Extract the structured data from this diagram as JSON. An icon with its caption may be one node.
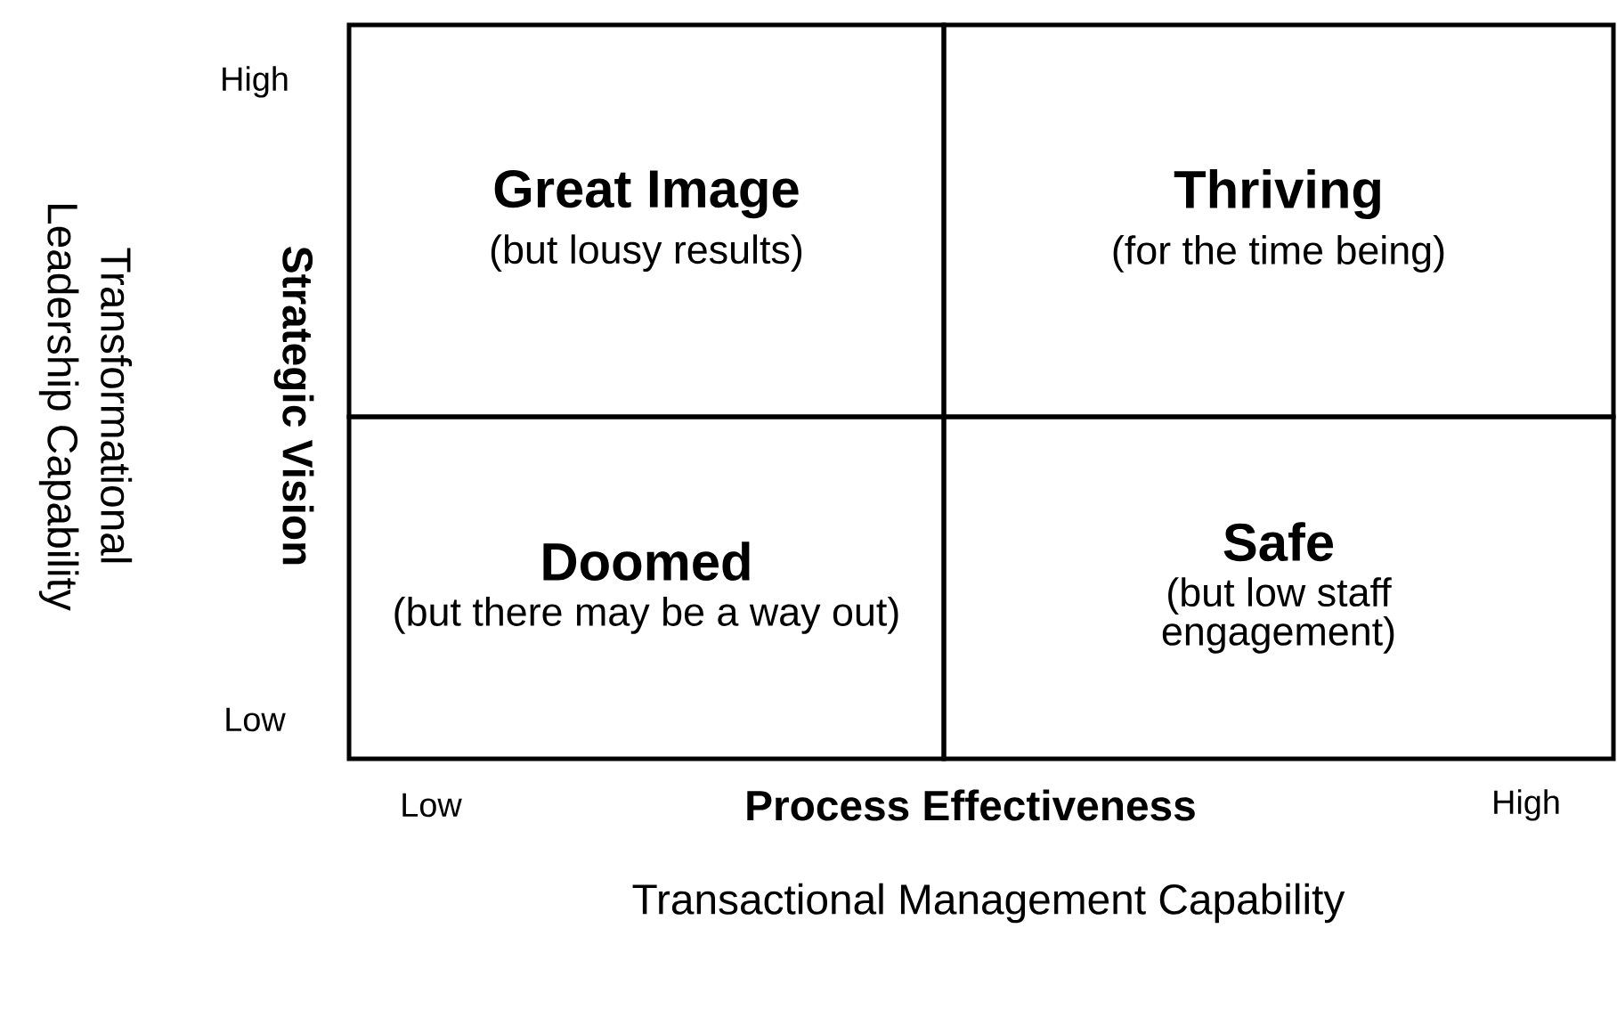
{
  "diagram": {
    "nodes": [
      {
        "text": [
          "Great Image",
          "(but lousy results)"
        ]
      },
      {
        "text": [
          "Thriving",
          "(for the time being)"
        ]
      },
      {
        "text": [
          "Doomed",
          "(but there may be a way out)"
        ]
      },
      {
        "text": [
          "Safe",
          "(but low staff engagement)"
        ]
      }
    ],
    "labels": [
      "Transformational Leadership Capability",
      "High",
      "Strategic Vision",
      "Low",
      "Low",
      "Process Effectiveness",
      "High",
      "Transactional Management Capability"
    ]
  }
}
